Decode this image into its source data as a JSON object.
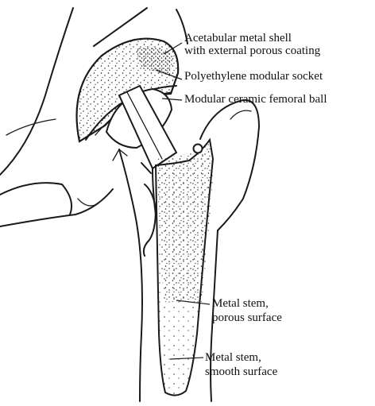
{
  "labels": {
    "shell_line1": "Acetabular metal shell",
    "shell_line2": "with external porous coating",
    "socket": "Polyethylene modular socket",
    "ball": "Modular ceramic femoral ball",
    "stem_porous_line1": "Metal stem,",
    "stem_porous_line2": "porous surface",
    "stem_smooth_line1": "Metal stem,",
    "stem_smooth_line2": "smooth surface"
  },
  "colors": {
    "ink": "#1a1a1a",
    "background": "#ffffff"
  }
}
